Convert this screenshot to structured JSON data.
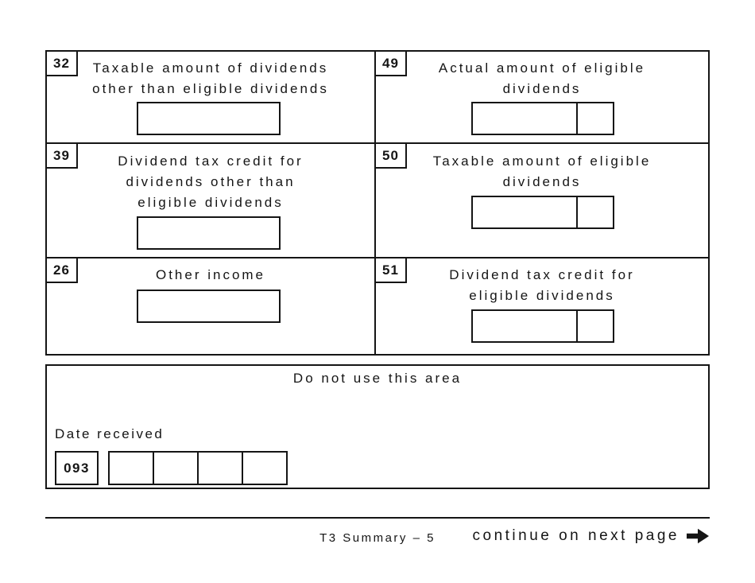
{
  "page": {
    "background_color": "#ffffff",
    "ink_color": "#151515"
  },
  "form": {
    "cells": [
      {
        "box_number": "32",
        "label": "Taxable amount of dividends\nother than eligible dividends",
        "amount_field": "plain"
      },
      {
        "box_number": "49",
        "label": "Actual amount of eligible\ndividends",
        "amount_field": "dollars-cents"
      },
      {
        "box_number": "39",
        "label": "Dividend tax credit for\ndividends other than\neligible dividends",
        "amount_field": "plain"
      },
      {
        "box_number": "50",
        "label": "Taxable amount of eligible\ndividends",
        "amount_field": "dollars-cents"
      },
      {
        "box_number": "26",
        "label": "Other income",
        "amount_field": "plain"
      },
      {
        "box_number": "51",
        "label": "Dividend tax credit for\neligible dividends",
        "amount_field": "dollars-cents"
      }
    ],
    "office_area": {
      "title": "Do not use this area",
      "date_received_label": "Date received",
      "box_number": "093",
      "date_cell_count": 4
    },
    "footer": {
      "page_label": "T3 Summary – 5",
      "continue_label": "continue on next page",
      "arrow_icon": "right-arrow"
    }
  }
}
